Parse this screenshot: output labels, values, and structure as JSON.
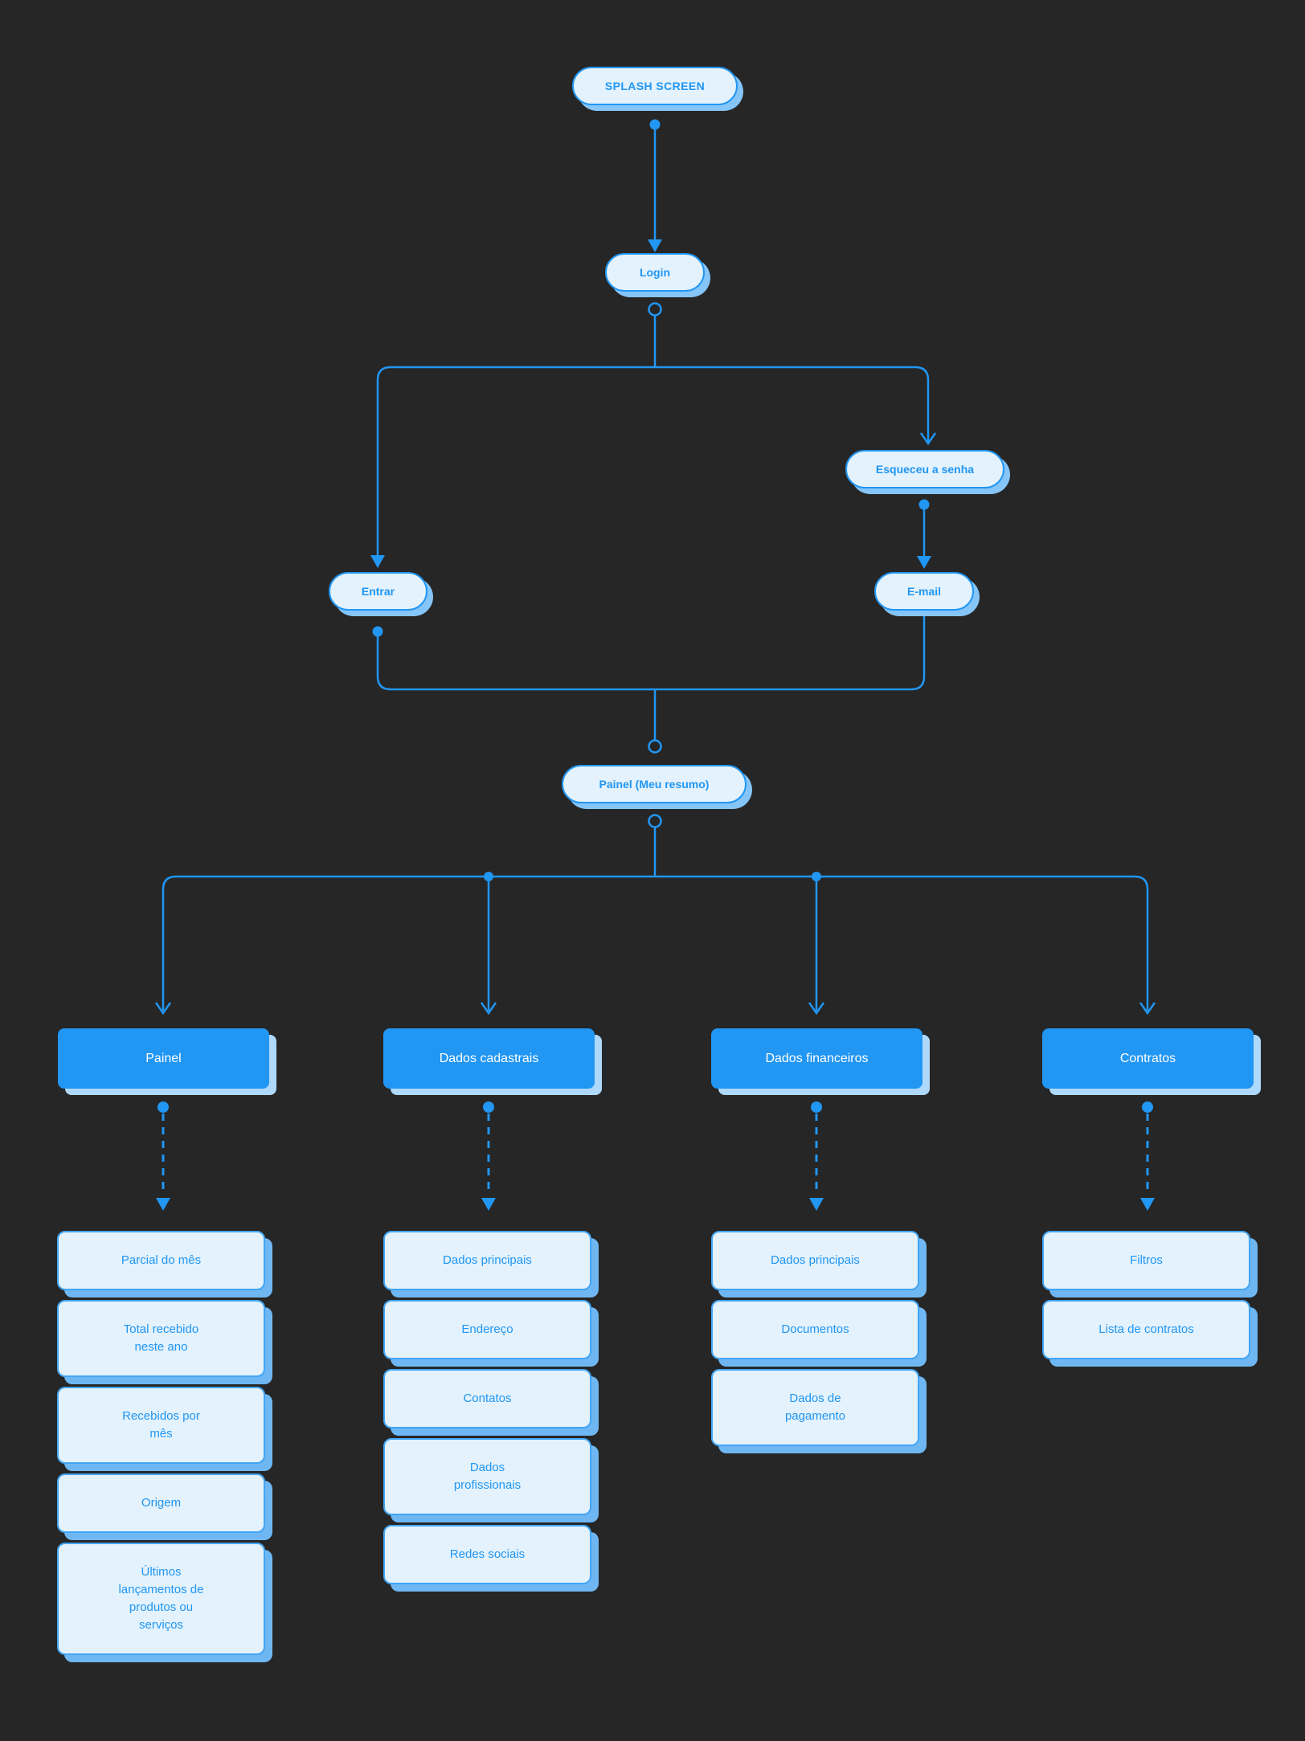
{
  "colors": {
    "background": "#262626",
    "accent_blue": "#2196F3",
    "node_fill": "#E3F2FD",
    "node_text": "#2196F3",
    "primary_box_fill": "#2196F3",
    "primary_box_text": "#FFFFFF"
  },
  "nodes": {
    "splash": "SPLASH SCREEN",
    "login": "Login",
    "forgot_password": "Esqueceu a senha",
    "enter": "Entrar",
    "email": "E-mail",
    "dashboard": "Painel (Meu resumo)"
  },
  "sections": [
    {
      "title": "Painel",
      "items": [
        "Parcial do mês",
        "Total recebido\nneste ano",
        "Recebidos por\nmês",
        "Origem",
        "Últimos\nlançamentos de\nprodutos ou\nserviços"
      ]
    },
    {
      "title": "Dados cadastrais",
      "items": [
        "Dados principais",
        "Endereço",
        "Contatos",
        "Dados\nprofissionais",
        "Redes sociais"
      ]
    },
    {
      "title": "Dados financeiros",
      "items": [
        "Dados principais",
        "Documentos",
        "Dados de\npagamento"
      ]
    },
    {
      "title": "Contratos",
      "items": [
        "Filtros",
        "Lista de contratos"
      ]
    }
  ]
}
